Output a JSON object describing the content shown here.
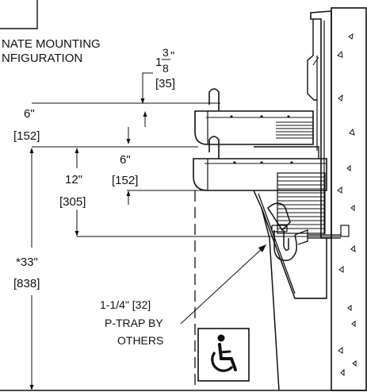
{
  "notes": {
    "config_line1": "NATE MOUNTING",
    "config_line2": "NFIGURATION",
    "ptrap_line1": "1-1/4\" [32]",
    "ptrap_line2": "P-TRAP BY",
    "ptrap_line3": "OTHERS"
  },
  "dimensions": {
    "offset": {
      "whole": "1",
      "num": "3",
      "den": "8",
      "unit": "\"",
      "metric": "[35]"
    },
    "bubbler_top": {
      "imperial": "6\"",
      "metric": "[152]"
    },
    "bubbler_lower": {
      "imperial": "6\"",
      "metric": "[152]"
    },
    "basin_to_trap": {
      "imperial": "12\"",
      "metric": "[305]"
    },
    "rim_height": {
      "imperial": "*33\"",
      "metric": "[838]"
    }
  },
  "symbols": {
    "accessibility": "wheelchair-icon"
  },
  "colors": {
    "ink": "#111111",
    "background": "#ffffff"
  }
}
